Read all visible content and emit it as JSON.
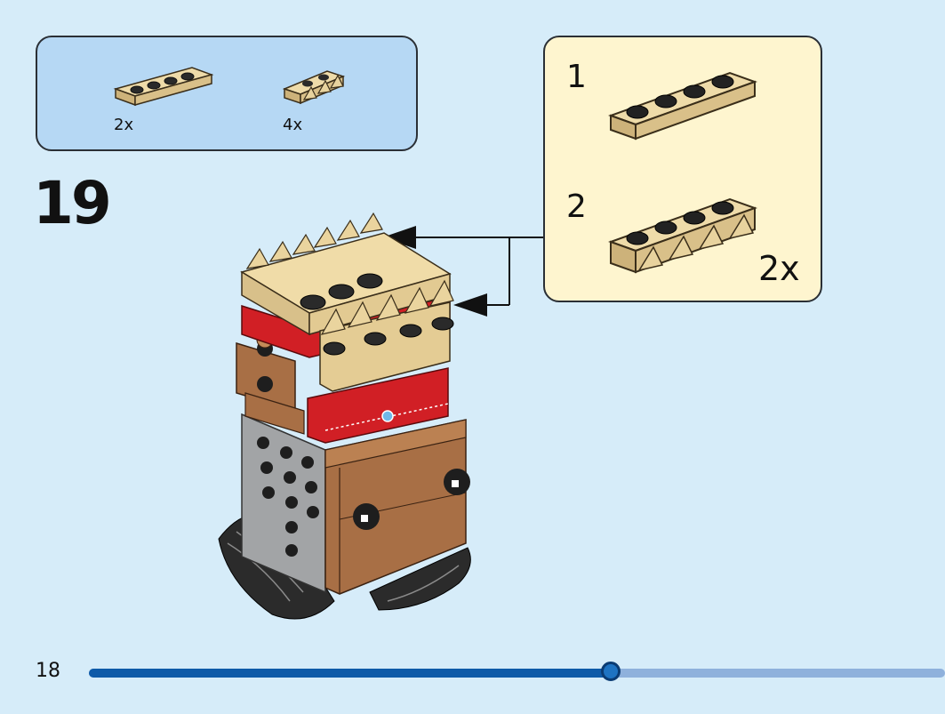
{
  "parts_list": {
    "items": [
      {
        "name": "tan-plate-1x4",
        "count": "2x"
      },
      {
        "name": "tan-tooth-plate",
        "count": "4x"
      }
    ]
  },
  "step": {
    "number": "19"
  },
  "subassembly": {
    "steps": [
      {
        "number": "1"
      },
      {
        "number": "2"
      }
    ],
    "multiplier": "2x"
  },
  "page": {
    "number": "18"
  },
  "progress": {
    "fraction": 0.61
  },
  "colors": {
    "tan": "#e4cc94",
    "red": "#d11f25",
    "brown": "#a86f45",
    "gray": "#a2a4a6",
    "black": "#1e1e1e"
  }
}
